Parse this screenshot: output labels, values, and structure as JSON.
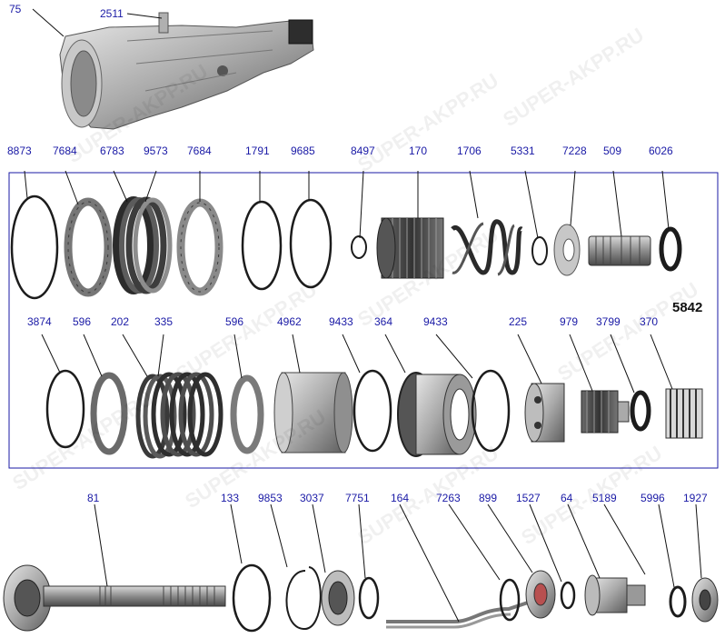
{
  "watermark": "SUPER-AKPP.RU",
  "assembly_number": "5842",
  "parts": {
    "p75": "75",
    "p2511": "2511",
    "p8873": "8873",
    "p7684a": "7684",
    "p6783": "6783",
    "p9573": "9573",
    "p7684b": "7684",
    "p1791": "1791",
    "p9685": "9685",
    "p8497": "8497",
    "p170": "170",
    "p1706": "1706",
    "p5331": "5331",
    "p7228": "7228",
    "p509": "509",
    "p6026": "6026",
    "p3874": "3874",
    "p596a": "596",
    "p202": "202",
    "p335": "335",
    "p596b": "596",
    "p4962": "4962",
    "p9433a": "9433",
    "p364": "364",
    "p9433b": "9433",
    "p225": "225",
    "p979": "979",
    "p3799": "3799",
    "p370": "370",
    "p81": "81",
    "p133": "133",
    "p9853": "9853",
    "p3037": "3037",
    "p7751": "7751",
    "p164": "164",
    "p7263": "7263",
    "p899": "899",
    "p1527": "1527",
    "p64": "64",
    "p5189": "5189",
    "p5996": "5996",
    "p1927": "1927"
  },
  "colors": {
    "label": "#1a1aa6",
    "frame": "#1a1aa6",
    "leader": "#111111",
    "part_metal": "#9a9a9a"
  }
}
